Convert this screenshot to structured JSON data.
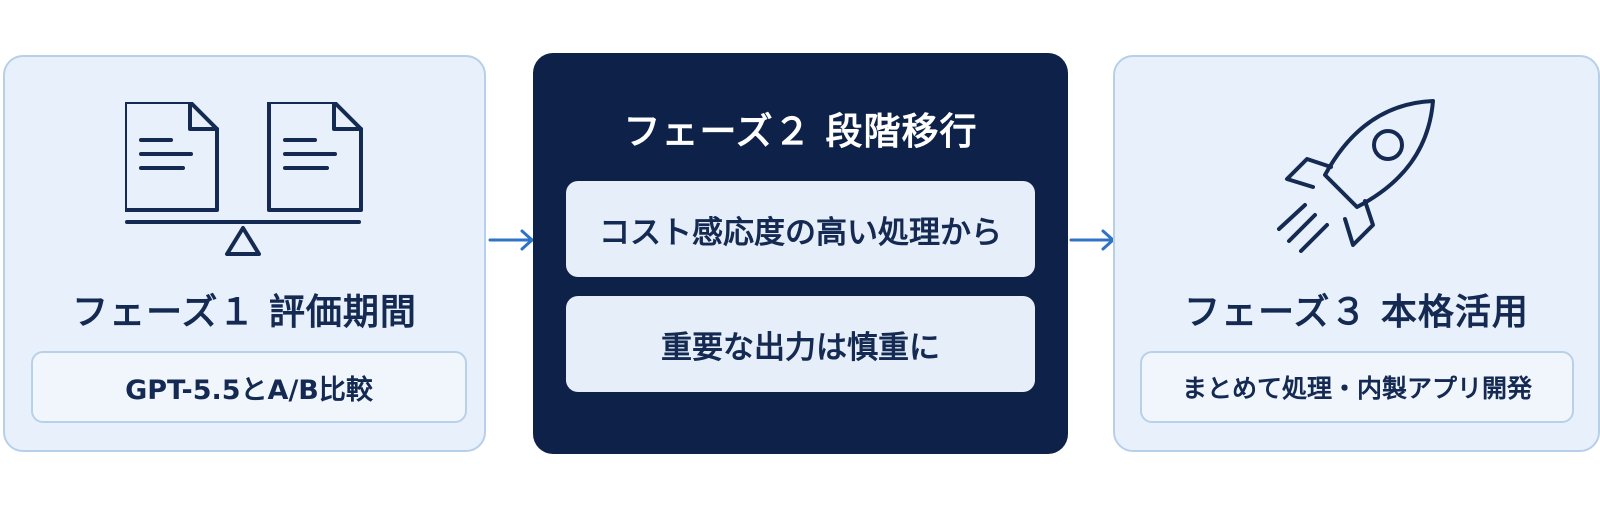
{
  "phases": [
    {
      "title": "フェーズ１ 評価期間",
      "detail": "GPT-5.5とA/B比較",
      "icon": "document-balance-icon"
    },
    {
      "title": "フェーズ２ 段階移行",
      "steps": [
        "コスト感応度の高い処理から",
        "重要な出力は慎重に"
      ]
    },
    {
      "title": "フェーズ３ 本格活用",
      "detail": "まとめて処理・内製アプリ開発",
      "icon": "rocket-icon"
    }
  ],
  "colors": {
    "navy": "#0e2148",
    "light_card": "#e8f1fb",
    "card_border": "#b7cfe8",
    "arrow": "#2f73c4",
    "text": "#142a52"
  }
}
